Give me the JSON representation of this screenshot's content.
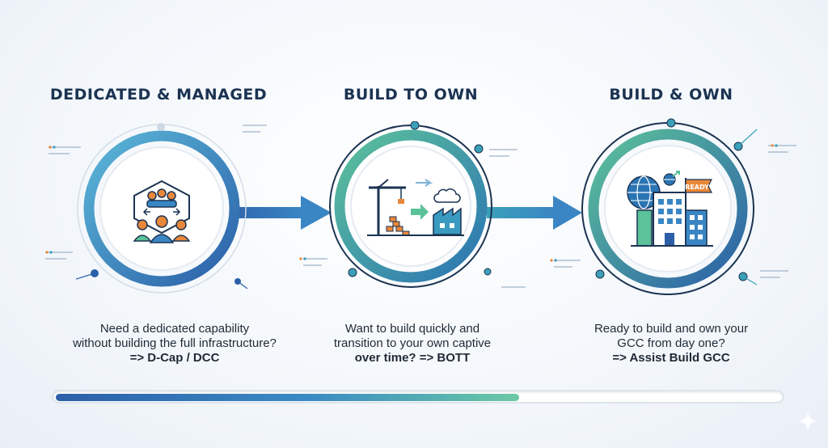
{
  "stages": [
    {
      "title": "DEDICATED & MANAGED",
      "lines": [
        "Need a dedicated capability",
        "without building the full infrastructure?",
        "=> D-Cap / DCC"
      ],
      "icon": "team-network-icon"
    },
    {
      "title": "BUILD TO OWN",
      "lines": [
        "Want to build quickly and",
        "transition to your own captive",
        "over time? => BOTT"
      ],
      "icon": "construction-transfer-icon"
    },
    {
      "title": "BUILD & OWN",
      "lines": [
        "Ready to build and own your",
        "GCC from day one?",
        "=> Assist Build GCC"
      ],
      "icon": "ready-building-icon"
    }
  ],
  "ready_flag": "READY",
  "progress": 0.64,
  "colors": {
    "navy": "#1b3352",
    "blue": "#2b5fa8",
    "teal": "#3a9ac0",
    "green": "#5cc29a",
    "orange": "#e8873a"
  }
}
